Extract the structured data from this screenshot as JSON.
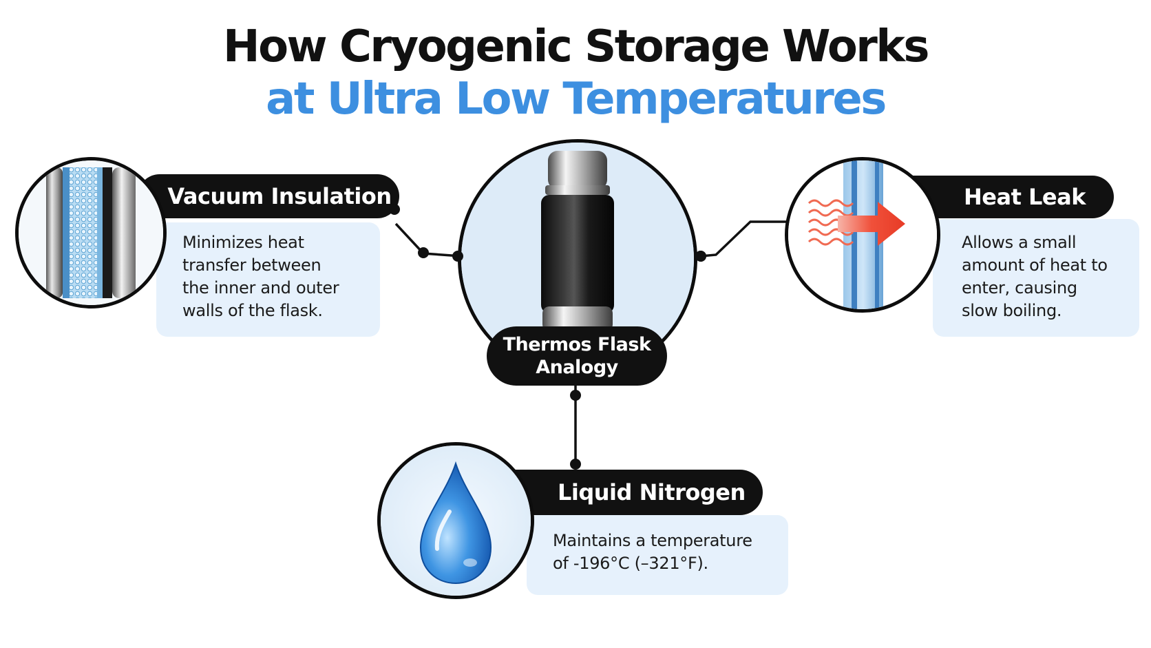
{
  "title": {
    "line1": "How Cryogenic Storage Works",
    "line2": "at Ultra Low Temperatures"
  },
  "colors": {
    "title_accent": "#3d8fe0",
    "pill_bg": "#111111",
    "card_bg": "#e6f1fc",
    "center_circle_bg": "#ddebf8",
    "arrow": "#f0503a"
  },
  "nodes": {
    "center": {
      "label_line1": "Thermos Flask",
      "label_line2": "Analogy",
      "icon": "thermos-flask-icon"
    },
    "vacuum": {
      "label": "Vacuum Insulation",
      "desc_lines": [
        "Minimizes heat",
        "transfer between",
        "the inner and outer",
        "walls of the flask."
      ],
      "icon": "vacuum-wall-cross-section-icon"
    },
    "heat_leak": {
      "label": "Heat Leak",
      "desc_lines": [
        "Allows a small",
        "amount of heat to",
        "enter, causing",
        "slow boiling."
      ],
      "icon": "heat-arrow-icon"
    },
    "nitrogen": {
      "label": "Liquid Nitrogen",
      "desc_lines": [
        "Maintains a temperature",
        "of -196°C (–321°F)."
      ],
      "icon": "water-drop-icon"
    }
  }
}
